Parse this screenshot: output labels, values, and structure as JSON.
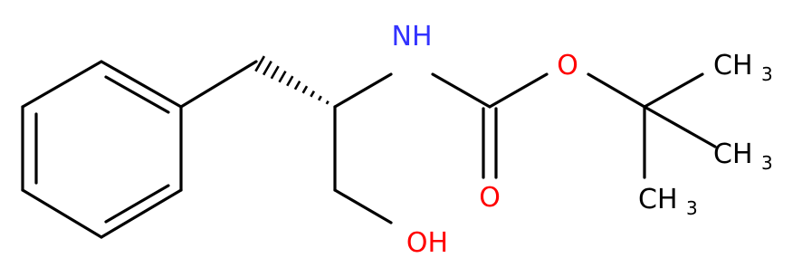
{
  "colors": {
    "bond": "#000000",
    "nitrogen": "#3333ff",
    "oxygen": "#ff0000",
    "carbon_label": "#000000",
    "background": "#ffffff"
  },
  "atoms": {
    "nh": "NH",
    "o_ester": "O",
    "o_carbonyl": "O",
    "oh": "OH",
    "ch3_top": "CH",
    "ch3_top_sub": "3",
    "ch3_mid": "CH",
    "ch3_mid_sub": "3",
    "ch3_bot": "CH",
    "ch3_bot_sub": "3"
  },
  "stereo": {
    "wedge": "hashed"
  }
}
